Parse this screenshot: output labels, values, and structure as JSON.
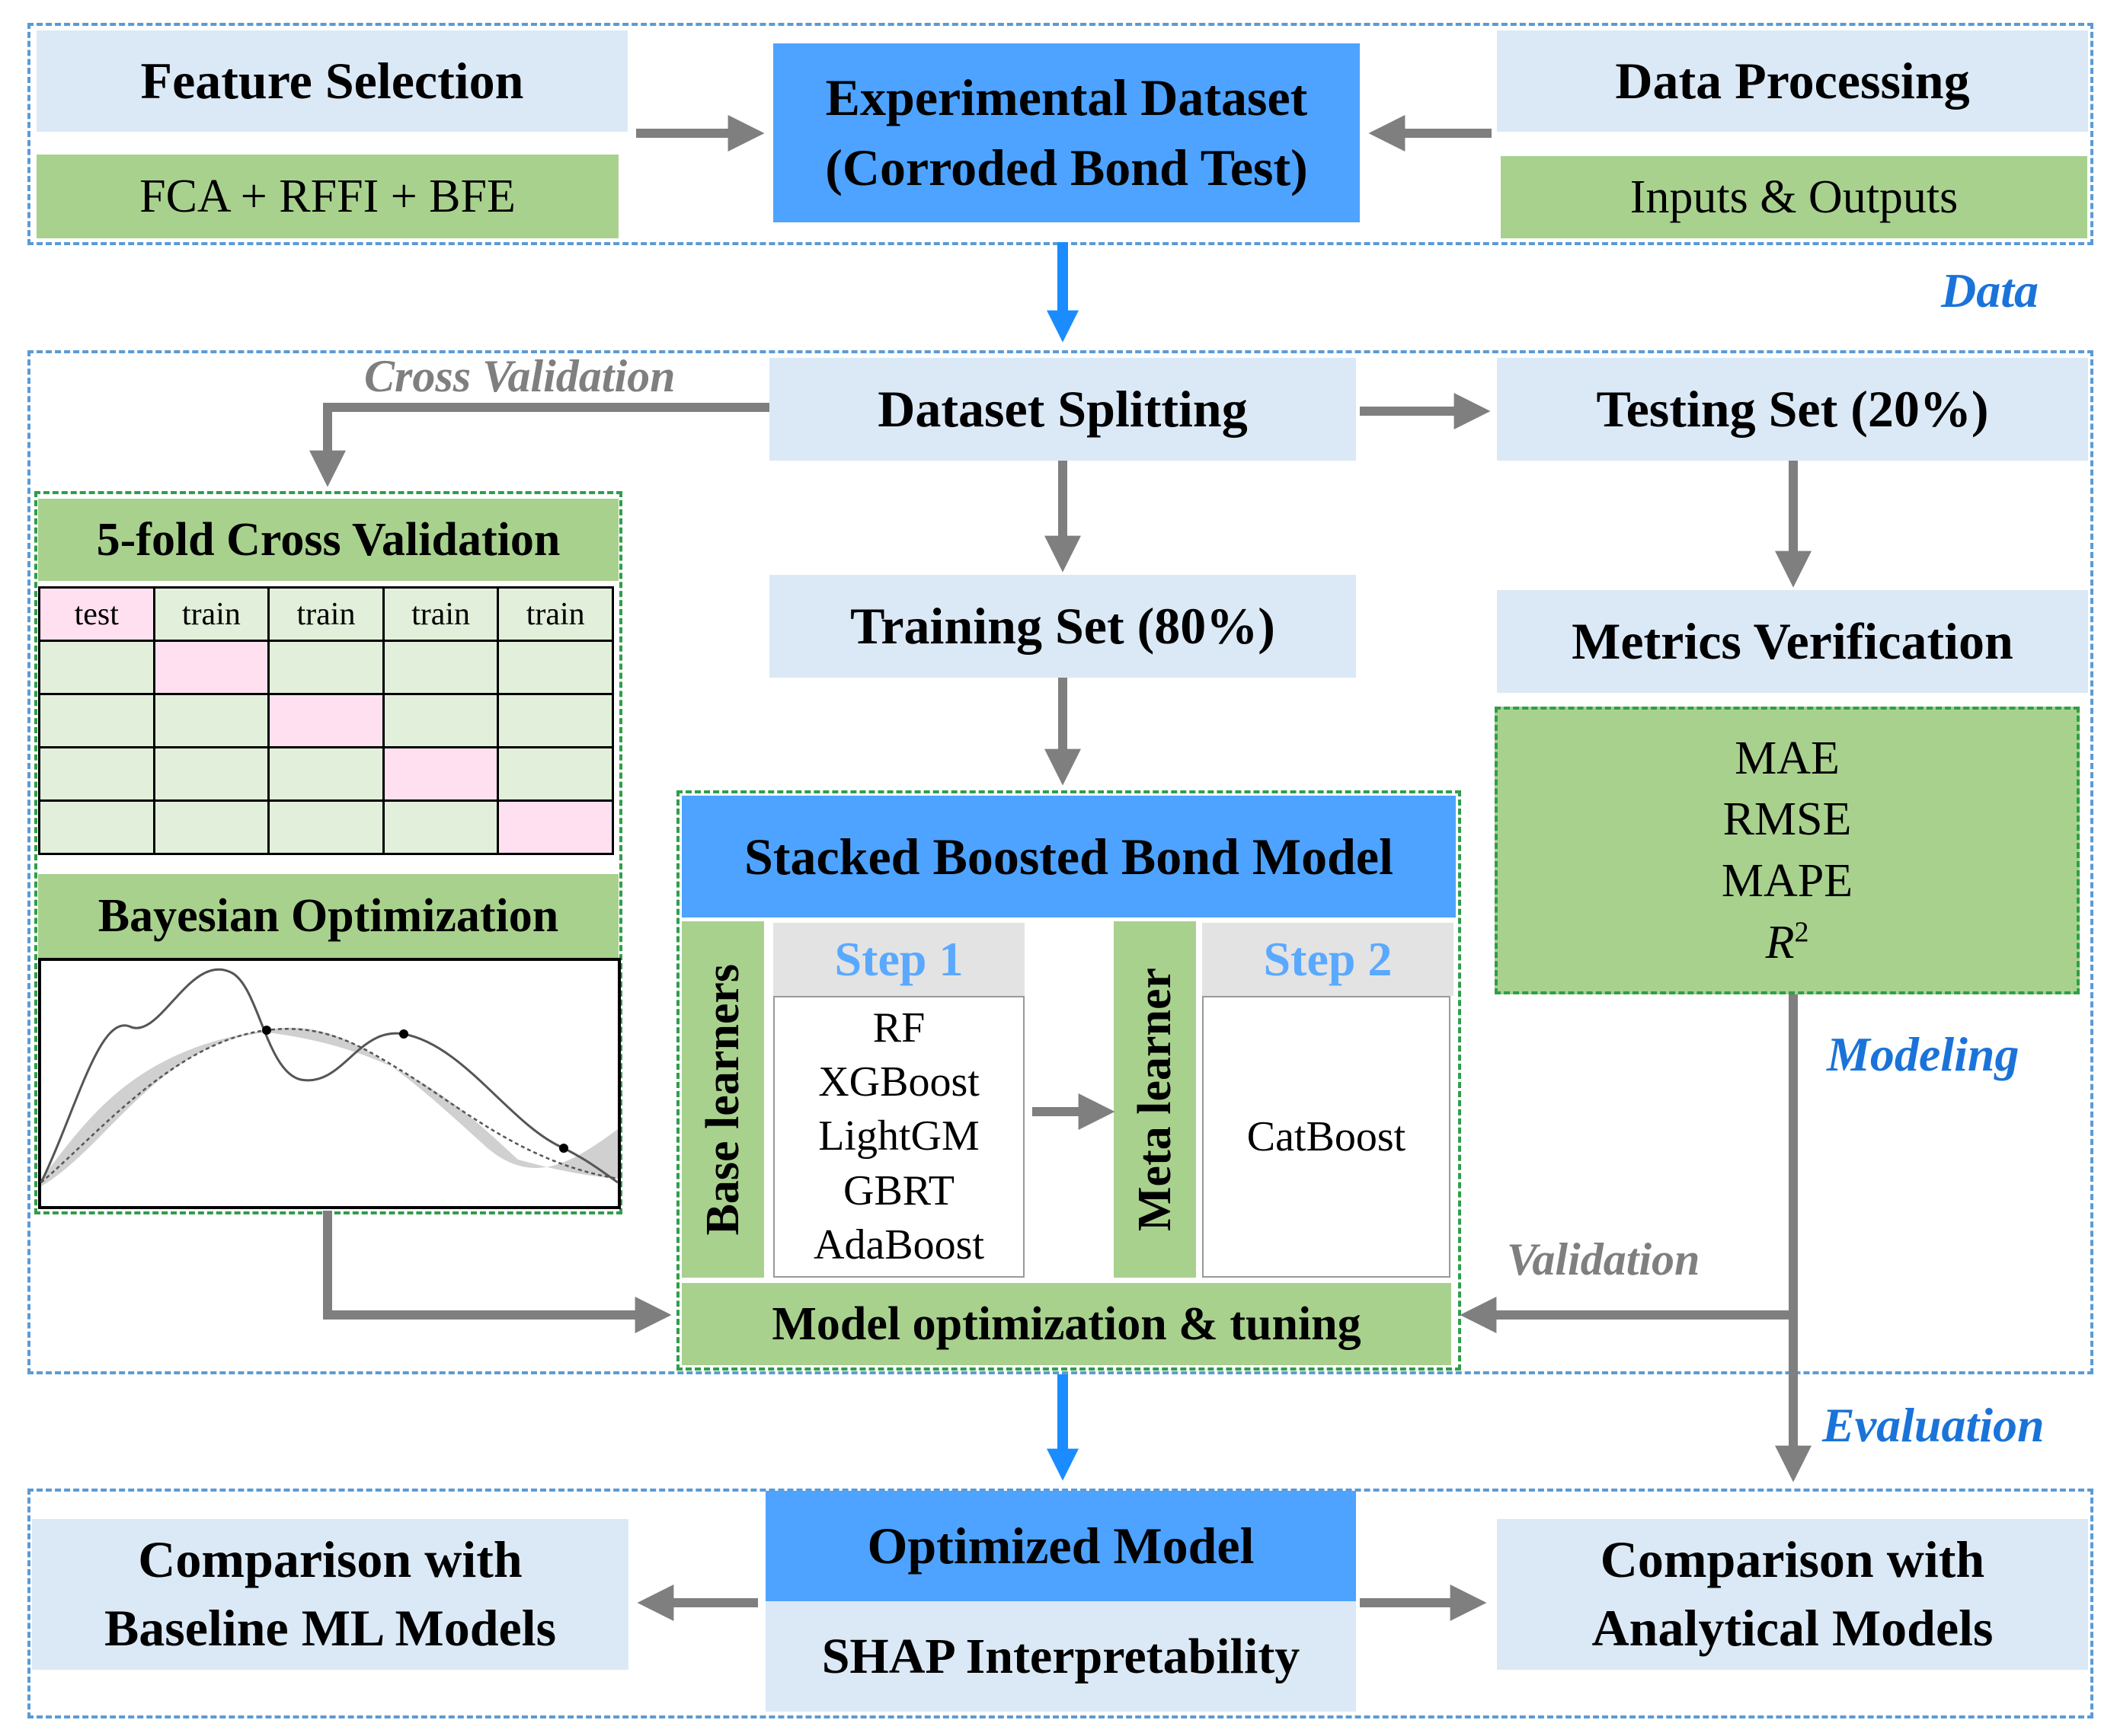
{
  "data_section": {
    "tag": "Data",
    "feature_selection": "Feature Selection",
    "feature_methods": "FCA + RFFI + BFE",
    "experimental_dataset_line1": "Experimental Dataset",
    "experimental_dataset_line2": "(Corroded Bond Test)",
    "data_processing": "Data Processing",
    "inputs_outputs": "Inputs & Outputs"
  },
  "modeling_section": {
    "tag": "Modeling",
    "cross_validation_label": "Cross Validation",
    "dataset_splitting": "Dataset Splitting",
    "testing_set": "Testing Set (20%)",
    "training_set": "Training Set (80%)",
    "metrics_verification": "Metrics Verification",
    "metrics": [
      "MAE",
      "RMSE",
      "MAPE"
    ],
    "metric_r2_base": "R",
    "metric_r2_sup": "2",
    "five_fold_title": "5-fold Cross Validation",
    "cv_header": [
      "test",
      "train",
      "train",
      "train",
      "train"
    ],
    "cv_test_positions": [
      0,
      1,
      2,
      3,
      4
    ],
    "bayesian_optimization": "Bayesian Optimization",
    "stacked_model_title": "Stacked Boosted Bond Model",
    "base_learners_label": "Base learners",
    "step1": "Step 1",
    "base_learners": [
      "RF",
      "XGBoost",
      "LightGM",
      "GBRT",
      "AdaBoost"
    ],
    "meta_learner_label": "Meta learner",
    "step2": "Step 2",
    "meta_learner": "CatBoost",
    "model_optimization": "Model optimization & tuning",
    "validation_label": "Validation"
  },
  "evaluation_section": {
    "tag": "Evaluation",
    "optimized_model": "Optimized Model",
    "shap": "SHAP Interpretability",
    "baseline_line1": "Comparison with",
    "baseline_line2": "Baseline ML Models",
    "analytical_line1": "Comparison with",
    "analytical_line2": "Analytical Models"
  },
  "colors": {
    "light_blue_box": "#dbe9f6",
    "green_box": "#a9d18e",
    "blue_box": "#4da3ff",
    "section_border": "#5b9bd5",
    "flow_arrow": "#1a8cff",
    "gray_arrow": "#7f7f7f",
    "pink_cell": "#ffe0f0"
  }
}
